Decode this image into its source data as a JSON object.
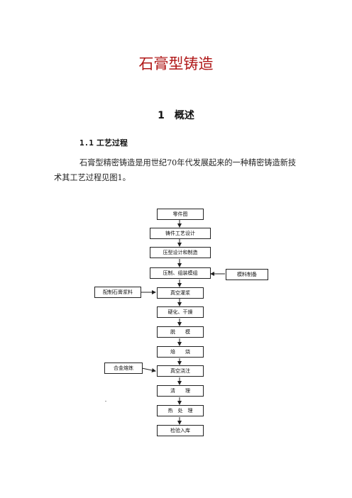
{
  "doc": {
    "title": "石膏型铸造",
    "section": {
      "number": "1",
      "title": "概述"
    },
    "subsection": {
      "number": "1.1",
      "title": "工艺过程"
    },
    "paragraph": "石膏型精密铸造是用世纪70年代发展起来的一种精密铸造新技术其工艺过程见图1。"
  },
  "flowchart": {
    "steps": [
      "零件图",
      "铸件工艺设计",
      "压型设计和制造",
      "压制、组装模组",
      "真空灌浆",
      "硬化、干燥",
      "脱　　模",
      "焙　　烧",
      "真空浇注",
      "清　　理",
      "热　处　理",
      "检验入库"
    ],
    "inputs": [
      {
        "label": "模料制备",
        "target": "压制、组装模组"
      },
      {
        "label": "配制石膏浆料",
        "target": "真空灌浆"
      },
      {
        "label": "合金熔炼",
        "target": "真空浇注"
      }
    ]
  },
  "colors": {
    "title": "#b01818",
    "text": "#222222",
    "lines": "#222222"
  }
}
